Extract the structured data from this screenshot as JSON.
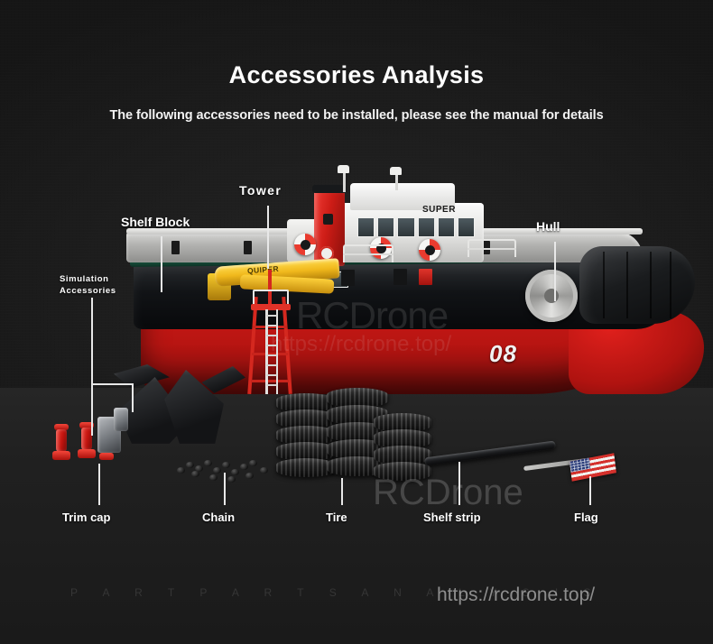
{
  "header": {
    "title": "Accessories Analysis",
    "subtitle": "The following accessories need to be installed, please see the manual for details"
  },
  "callouts": [
    {
      "id": "simulation-accessories",
      "label_line1": "Simulation",
      "label_line2": "Accessories"
    },
    {
      "id": "shelf-block",
      "label": "Shelf Block"
    },
    {
      "id": "tower",
      "label": "Tower"
    },
    {
      "id": "hull",
      "label": "Hull"
    },
    {
      "id": "trim-cap",
      "label": "Trim cap"
    },
    {
      "id": "chain",
      "label": "Chain"
    },
    {
      "id": "tire",
      "label": "Tire"
    },
    {
      "id": "shelf-strip",
      "label": "Shelf strip"
    },
    {
      "id": "flag",
      "label": "Flag"
    }
  ],
  "product": {
    "hull_number": "08",
    "superstructure_text": "SUPER",
    "crane_text": "QUIPER"
  },
  "watermarks": {
    "brand_mid": "RCDrone",
    "url_mid": "https://rcdrone.top/",
    "brand_big": "RCDrone",
    "url_bottom": "https://rcdrone.top/",
    "footer_parts": "P A R T   P A R T S   A N A L Y S I S"
  },
  "colors": {
    "background": "#1d1d1d",
    "hull_red": "#c01610",
    "hull_black": "#121416",
    "funnel_red": "#cc1c16",
    "crane_yellow": "#f0b81c",
    "stripe_green": "#1f5e46",
    "label_white": "#ffffff"
  }
}
